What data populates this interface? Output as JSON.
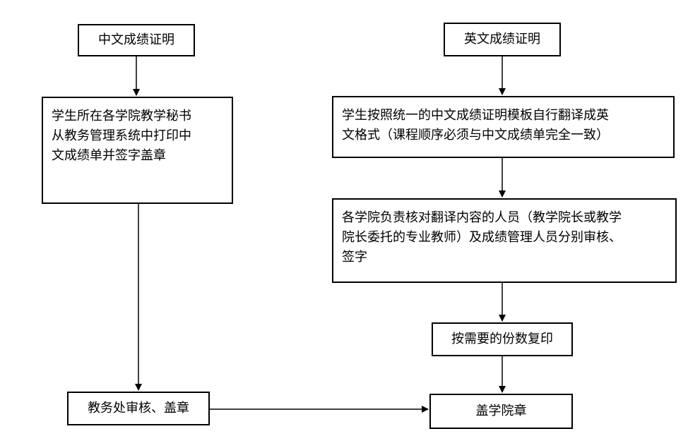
{
  "flowchart": {
    "cn_cert": "中文成绩证明",
    "en_cert": "英文成绩证明",
    "secretary_print": [
      "学生所在各学院教学秘书",
      "从教务管理系统中打印中",
      "文成绩单并签字盖章"
    ],
    "translate": [
      "学生按照统一的中文成绩证明模板自行翻译成英",
      "文格式（课程顺序必须与中文成绩单完全一致）"
    ],
    "review": [
      "各学院负责核对翻译内容的人员（教学院长或教学",
      "院长委托的专业教师）及成绩管理人员分别审核、",
      "签字"
    ],
    "copy": "按需要的份数复印",
    "academic_affairs": "教务处审核、盖章",
    "college_seal": "盖学院章"
  }
}
